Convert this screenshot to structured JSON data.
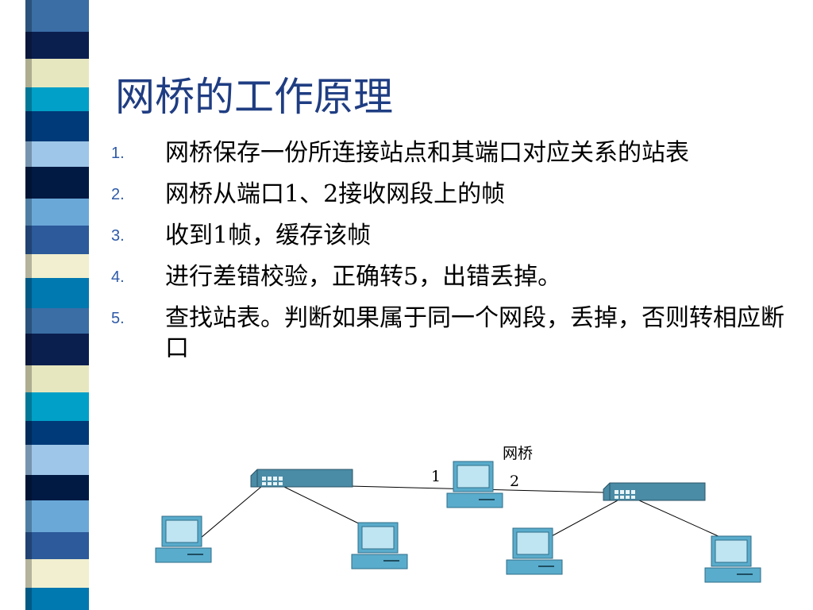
{
  "slide": {
    "title": "网桥的工作原理",
    "items": [
      {
        "num": "1.",
        "text": "网桥保存一份所连接站点和其端口对应关系的站表"
      },
      {
        "num": "2.",
        "text": "网桥从端口1、2接收网段上的帧"
      },
      {
        "num": "3.",
        "text": "收到1帧，缓存该帧"
      },
      {
        "num": "4.",
        "text": "进行差错校验，正确转5，出错丢掉。"
      },
      {
        "num": "5.",
        "text": "查找站表。判断如果属于同一个网段，丢掉，否则转相应断口"
      }
    ]
  },
  "diagram": {
    "bridge_label": "网桥",
    "port1_label": "1",
    "port2_label": "2"
  },
  "colors": {
    "title": "#1f3d82",
    "number": "#2e5aa8",
    "device": "#4a8ba5",
    "computer": "#5aaccc"
  }
}
